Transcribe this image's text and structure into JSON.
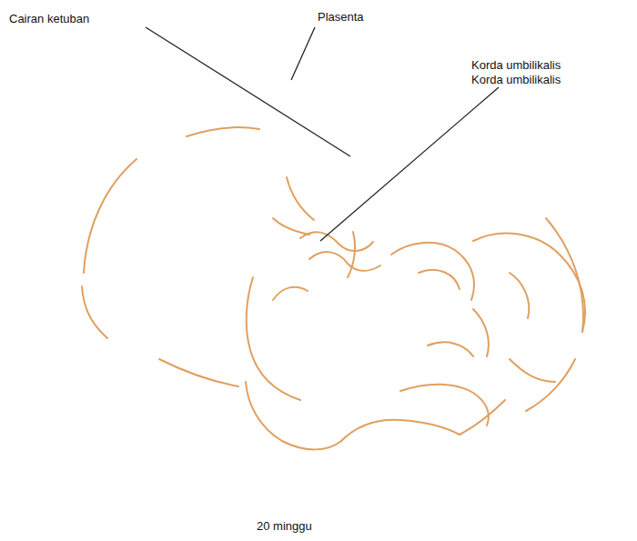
{
  "diagram": {
    "caption": "20 minggu",
    "labels": [
      "Cairan ketuban",
      "Plasenta",
      "Korda umbilikalis",
      "Korda umbilikalis"
    ]
  }
}
